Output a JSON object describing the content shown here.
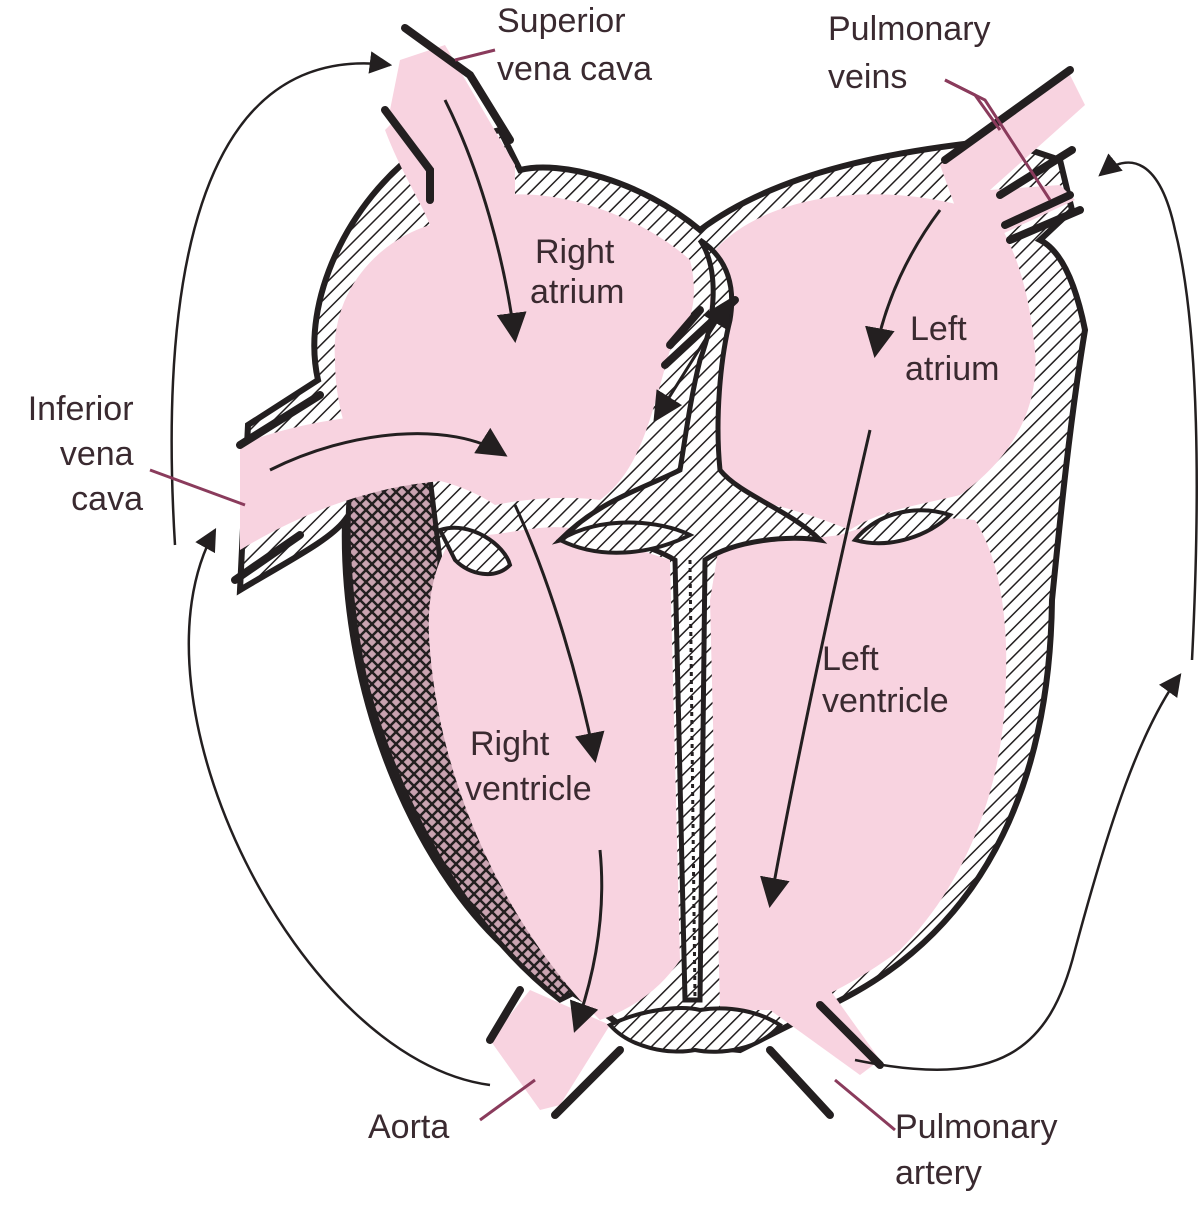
{
  "labels": {
    "superior_vena_cava": [
      "Superior",
      "vena cava"
    ],
    "pulmonary_veins": [
      "Pulmonary",
      "veins"
    ],
    "right_atrium": [
      "Right",
      "atrium"
    ],
    "left_atrium": [
      "Left",
      "atrium"
    ],
    "inferior_vena_cava": [
      "Inferior",
      "vena",
      "cava"
    ],
    "left_ventricle": [
      "Left",
      "ventricle"
    ],
    "right_ventricle": [
      "Right",
      "ventricle"
    ],
    "aorta": [
      "Aorta"
    ],
    "pulmonary_artery": [
      "Pulmonary",
      "artery"
    ]
  },
  "colors": {
    "blood": "#f8d3e0",
    "outline": "#231f20",
    "leader": "#8a3b5c",
    "flow_arrow": "#3a3a3a"
  }
}
